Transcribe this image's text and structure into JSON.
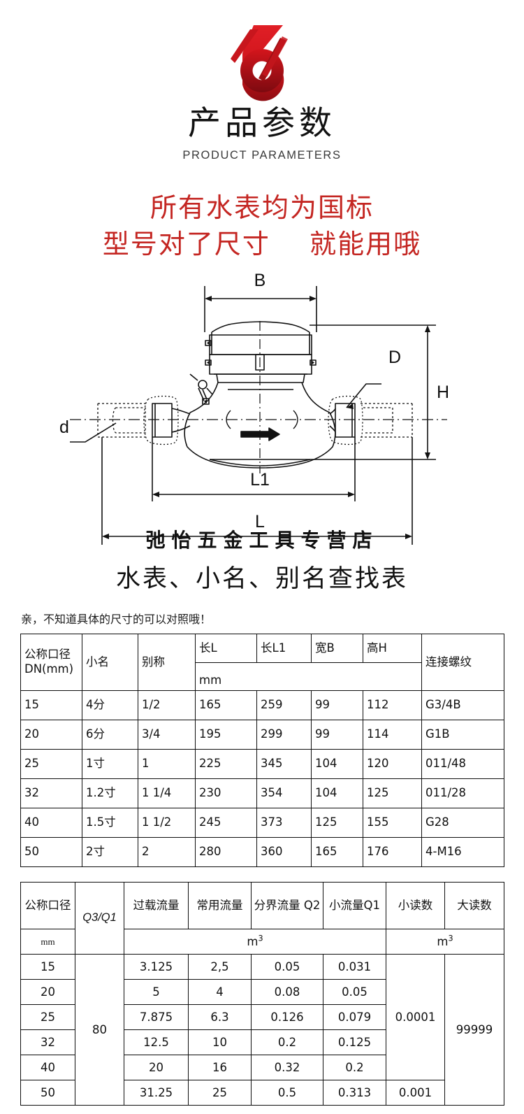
{
  "brand": {
    "logo_icon": "stylized-number-6-logo",
    "logo_color": "#c8161d"
  },
  "heading": {
    "title_cn": "产品参数",
    "title_en": "PRODUCT PARAMETERS"
  },
  "slogan": {
    "line1": "所有水表均为国标",
    "line2": "型号对了尺寸    就能用哦",
    "color": "#c42622"
  },
  "drawing": {
    "labels": {
      "b": "B",
      "d_upper": "D",
      "h": "H",
      "d_lower": "d",
      "l1": "L1",
      "l": "L"
    },
    "watermark": "弛怡五金工具专营店"
  },
  "section_title": "水表、小名、别名查找表",
  "note": "亲，不知道具体的尺寸的可以对照哦！",
  "table_dimensions": {
    "headers": {
      "dn": "公称口径\nDN(mm)",
      "dn_line1": "公称口径",
      "dn_line2": "DN(mm)",
      "nickname": "小名",
      "alias": "别称",
      "len_l": "长L",
      "len_l1": "长L1",
      "width_b": "宽B",
      "height_h": "高H",
      "unit": "mm",
      "thread": "连接螺纹"
    },
    "rows": [
      {
        "dn": "15",
        "nickname": "4分",
        "alias": "1/2",
        "l": "165",
        "l1": "259",
        "b": "99",
        "h": "112",
        "thread": "G3/4B"
      },
      {
        "dn": "20",
        "nickname": "6分",
        "alias": "3/4",
        "l": "195",
        "l1": "299",
        "b": "99",
        "h": "114",
        "thread": "G1B"
      },
      {
        "dn": "25",
        "nickname": "1寸",
        "alias": "1",
        "l": "225",
        "l1": "345",
        "b": "104",
        "h": "120",
        "thread": "011/48"
      },
      {
        "dn": "32",
        "nickname": "1.2寸",
        "alias": "1  1/4",
        "l": "230",
        "l1": "354",
        "b": "104",
        "h": "125",
        "thread": "011/28"
      },
      {
        "dn": "40",
        "nickname": "1.5寸",
        "alias": "1  1/2",
        "l": "245",
        "l1": "373",
        "b": "125",
        "h": "155",
        "thread": "G28"
      },
      {
        "dn": "50",
        "nickname": "2寸",
        "alias": "2",
        "l": "280",
        "l1": "360",
        "b": "165",
        "h": "176",
        "thread": "4-M16"
      }
    ]
  },
  "table_flow": {
    "headers": {
      "dn": "公称口径",
      "ratio": "Q3/Q1",
      "overload": "过载流量",
      "normal": "常用流量",
      "q2": "分界流量 Q2",
      "q1": "小流量Q1",
      "small_read": "小读数",
      "large_read": "大读数"
    },
    "units": {
      "dn": "mm",
      "flow": "m3",
      "read": "m3"
    },
    "ratio_value": "80",
    "large_read_value": "99999",
    "small_read_group_1": "0.0001",
    "small_read_group_2": "0.001",
    "rows": [
      {
        "dn": "15",
        "overload": "3.125",
        "normal": "2,5",
        "q2": "0.05",
        "q1": "0.031"
      },
      {
        "dn": "20",
        "overload": "5",
        "normal": "4",
        "q2": "0.08",
        "q1": "0.05"
      },
      {
        "dn": "25",
        "overload": "7.875",
        "normal": "6.3",
        "q2": "0.126",
        "q1": "0.079"
      },
      {
        "dn": "32",
        "overload": "12.5",
        "normal": "10",
        "q2": "0.2",
        "q1": "0.125"
      },
      {
        "dn": "40",
        "overload": "20",
        "normal": "16",
        "q2": "0.32",
        "q1": "0.2"
      },
      {
        "dn": "50",
        "overload": "31.25",
        "normal": "25",
        "q2": "0.5",
        "q1": "0.313"
      }
    ]
  }
}
